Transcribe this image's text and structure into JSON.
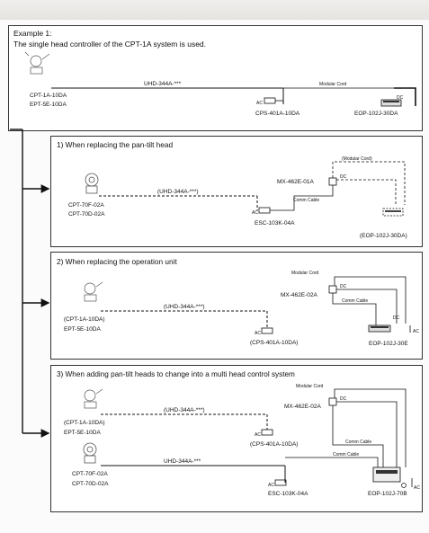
{
  "example": {
    "title": "Example 1:",
    "description": "The single head controller of the CPT-1A system is used.",
    "cable": "UHD-344A-***",
    "modular_cord": "Modular Cord",
    "dc": "DC",
    "ac": "AC",
    "head_a": "CPT-1A-10DA",
    "head_b": "EPT-5E-10DA",
    "power": "CPS-401A-10DA",
    "unit": "EOP-102J-30DA"
  },
  "case1": {
    "title": "1) When replacing the pan-tilt head",
    "cable": "(UHD-344A-***)",
    "adapter": "MX-462E-01A",
    "modular_cord": "(Modular Cord)",
    "dc": "DC",
    "comm_cable": "Comm Cable",
    "ac": "AC",
    "power": "ESC-103K-04A",
    "head_a": "CPT-70F-02A",
    "head_b": "CPT-70D-02A",
    "unit": "(EOP-102J-30DA)"
  },
  "case2": {
    "title": "2) When replacing the operation unit",
    "modular_cord": "Modular Cord",
    "adapter": "MX-462E-02A",
    "dc": "DC",
    "comm_cable": "Comm Cable",
    "cable": "(UHD-344A-***)",
    "head_a": "(CPT-1A-10DA)",
    "head_b": "EPT-5E-10DA",
    "ac": "AC",
    "power": "(CPS-401A-10DA)",
    "unit": "EOP-102J-30E",
    "ac2": "AC"
  },
  "case3": {
    "title": "3) When adding pan-tilt heads to change into a multi head control system",
    "modular_cord": "Modular Cord",
    "adapter": "MX-462E-02A",
    "dc": "DC",
    "cable1": "(UHD-344A-***)",
    "head_a": "(CPT-1A-10DA)",
    "head_b": "EPT-5E-10DA",
    "ac1": "AC",
    "power1": "(CPS-401A-10DA)",
    "comm_cable1": "Comm Cable",
    "cable2": "UHD-344A-***",
    "comm_cable2": "Comm Cable",
    "head_c": "CPT-70F-02A",
    "head_d": "CPT-70D-02A",
    "ac2": "AC",
    "power2": "ESC-103K-04A",
    "unit": "EOP-102J-70B",
    "ac3": "AC"
  }
}
